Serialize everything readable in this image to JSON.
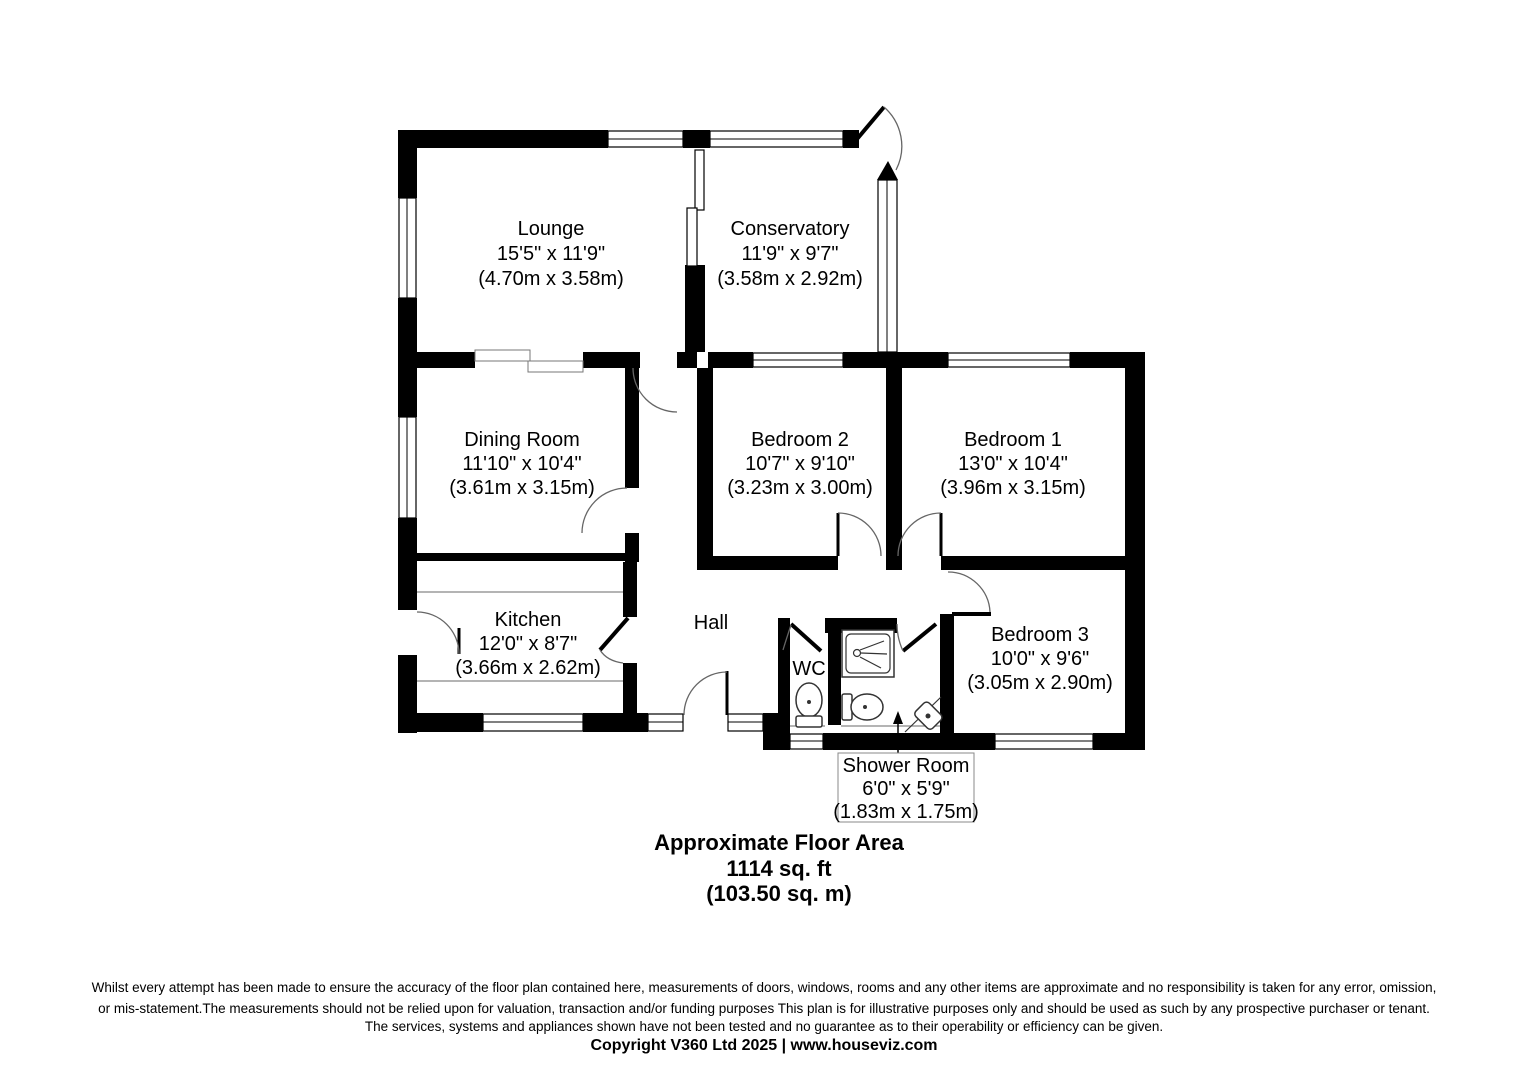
{
  "plan": {
    "rooms": {
      "lounge": {
        "name": "Lounge",
        "imperial": "15'5\" x 11'9\"",
        "metric": "(4.70m x 3.58m)"
      },
      "conservatory": {
        "name": "Conservatory",
        "imperial": "11'9\" x 9'7\"",
        "metric": "(3.58m x 2.92m)"
      },
      "dining": {
        "name": "Dining Room",
        "imperial": "11'10\" x 10'4\"",
        "metric": "(3.61m x 3.15m)"
      },
      "kitchen": {
        "name": "Kitchen",
        "imperial": "12'0\" x 8'7\"",
        "metric": "(3.66m x 2.62m)"
      },
      "bedroom1": {
        "name": "Bedroom 1",
        "imperial": "13'0\" x 10'4\"",
        "metric": "(3.96m x 3.15m)"
      },
      "bedroom2": {
        "name": "Bedroom 2",
        "imperial": "10'7\" x 9'10\"",
        "metric": "(3.23m x 3.00m)"
      },
      "bedroom3": {
        "name": "Bedroom 3",
        "imperial": "10'0\" x 9'6\"",
        "metric": "(3.05m x 2.90m)"
      },
      "shower_room": {
        "name": "Shower Room",
        "imperial": "6'0\" x 5'9\"",
        "metric": "(1.83m x 1.75m)"
      },
      "hall": {
        "name": "Hall"
      },
      "wc": {
        "name": "WC"
      }
    },
    "floor_area": {
      "title": "Approximate Floor Area",
      "imperial": "1114 sq. ft",
      "metric": "(103.50 sq. m)"
    }
  },
  "footer": {
    "disclaimer_line1": "Whilst every attempt has been made to ensure the accuracy of the floor plan contained here, measurements of doors, windows, rooms and any other items are approximate and no responsibility is taken for any error, omission,",
    "disclaimer_line2": "or mis-statement.The measurements should not be relied upon for valuation, transaction and/or funding purposes This plan is for illustrative purposes only and should be used as such by any prospective purchaser or tenant.",
    "disclaimer_line3": "The services, systems and appliances shown have not been tested and no guarantee as to their operability or efficiency can be given.",
    "copyright": "Copyright V360 Ltd 2025 | www.houseviz.com"
  },
  "colors": {
    "wall": "#000000",
    "background": "#ffffff",
    "door_arc": "#666666"
  }
}
